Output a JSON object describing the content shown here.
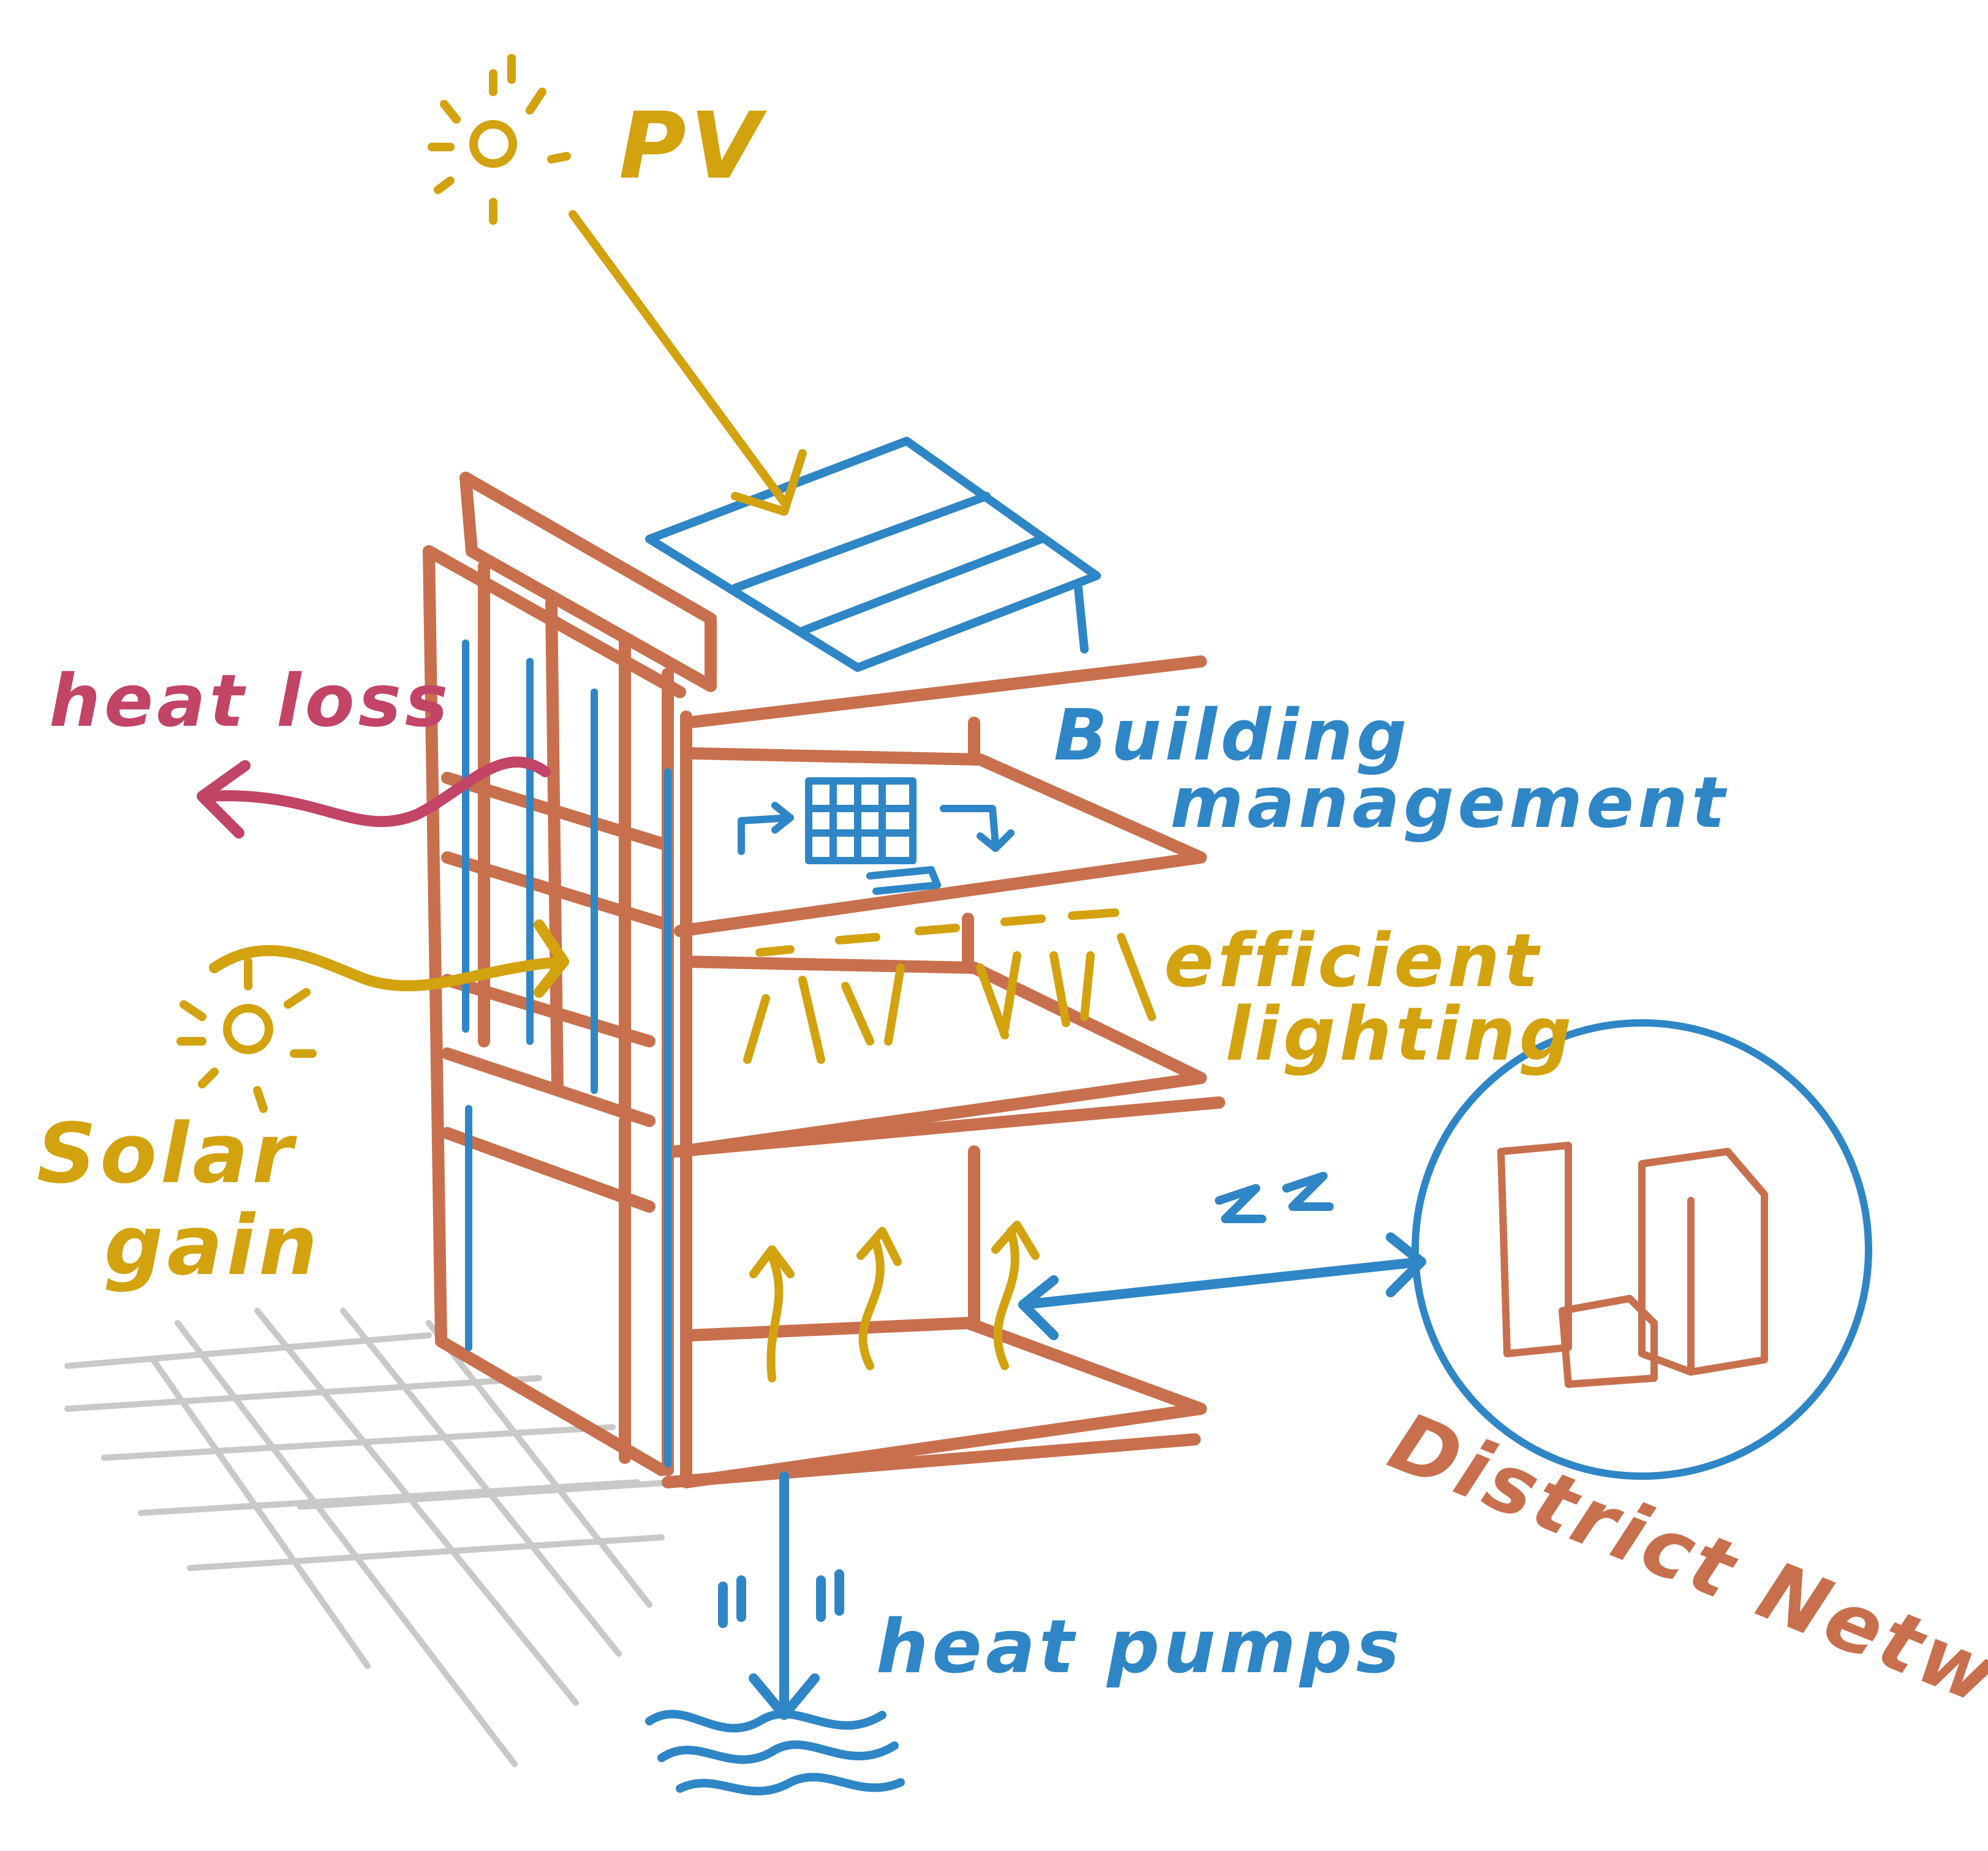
{
  "colors": {
    "building": "#c8704e",
    "systems": "#2f86c6",
    "solar": "#d3a20f",
    "heat_loss": "#c24467",
    "ground": "#c9c9c9",
    "background": "#ffffff"
  },
  "labels": {
    "pv": "PV",
    "heat_loss": "heat loss",
    "building_management_1": "Building",
    "building_management_2": "management",
    "efficient_lighting_1": "efficient",
    "efficient_lighting_2": "lighting",
    "solar_gain_1": "Solar",
    "solar_gain_2": "gain",
    "district_networks": "District Networks",
    "heat_pumps": "heat pumps",
    "energy_symbol": "zz"
  },
  "icons": {
    "sun_top": "sun-icon",
    "sun_left": "sun-icon",
    "pv_panel": "solar-panel-icon",
    "bms": "computer-icon",
    "lights": "pendant-light-icon",
    "district": "city-buildings-icon",
    "ground_water": "water-waves-icon"
  }
}
